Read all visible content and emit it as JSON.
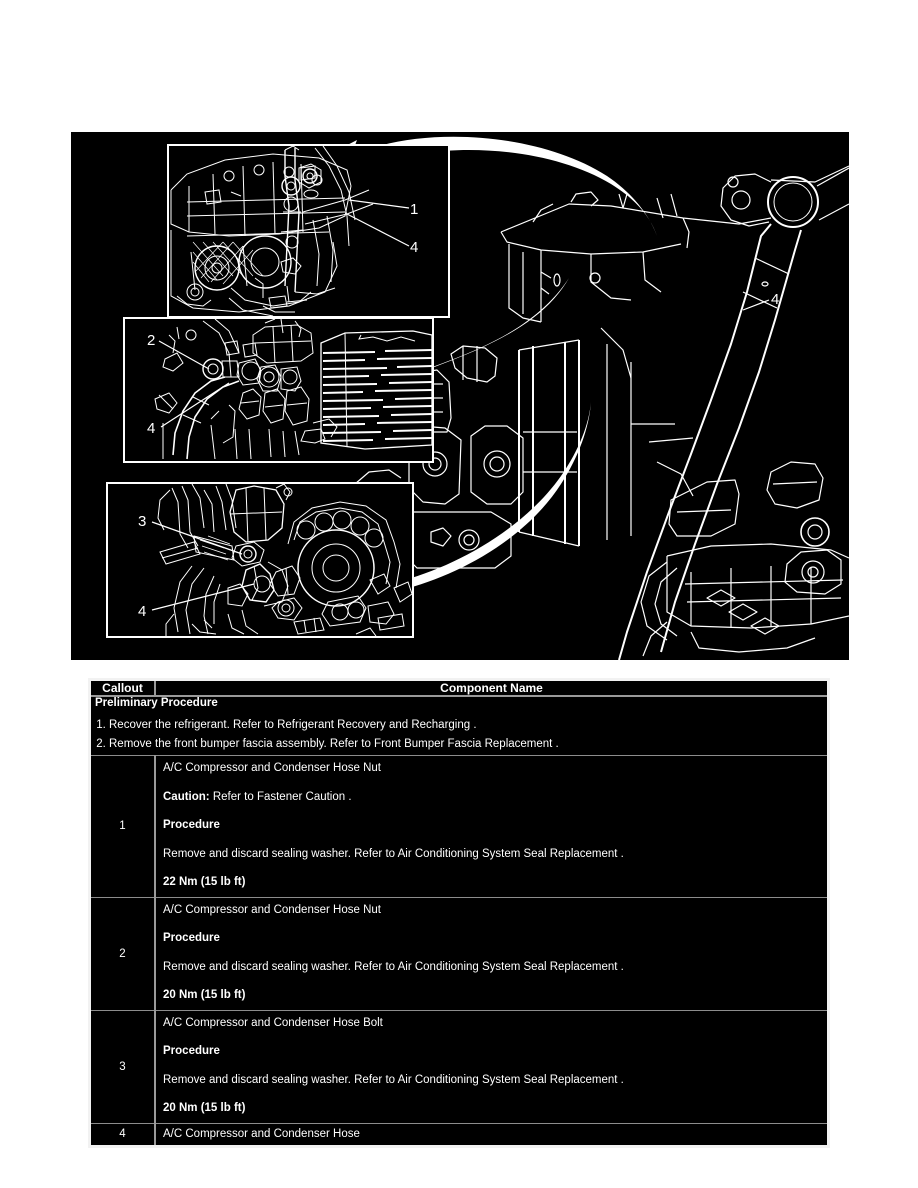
{
  "document": {
    "kind": "service-manual-callout-figure",
    "background_color": "#ffffff",
    "illustration_bg": "#000000",
    "line_color": "#ffffff"
  },
  "illustration": {
    "name": "A/C Compressor and Condenser Hose Replacement illustration",
    "insets": [
      {
        "id": "top",
        "callouts": [
          "1",
          "4"
        ]
      },
      {
        "id": "middle",
        "callouts": [
          "2",
          "4"
        ]
      },
      {
        "id": "bottom",
        "callouts": [
          "3",
          "4"
        ]
      }
    ],
    "main_view": {
      "callouts": [
        "4"
      ]
    },
    "arrows": 3
  },
  "table": {
    "headers": {
      "callout": "Callout",
      "component": "Component Name"
    },
    "preliminary": {
      "title": "Preliminary Procedure",
      "steps": [
        "Recover the refrigerant. Refer to Refrigerant Recovery and Recharging .",
        "Remove the front bumper fascia assembly. Refer to Front Bumper Fascia Replacement ."
      ]
    },
    "rows": [
      {
        "callout": "1",
        "name": "A/C Compressor and Condenser Hose Nut",
        "caution_label": "Caution:",
        "caution_text": " Refer to Fastener Caution .",
        "procedure_label": "Procedure",
        "procedure_text": "Remove and discard sealing washer. Refer to Air Conditioning System Seal Replacement .",
        "torque": "22 Nm (15 lb ft)"
      },
      {
        "callout": "2",
        "name": "A/C Compressor and Condenser Hose Nut",
        "procedure_label": "Procedure",
        "procedure_text": "Remove and discard sealing washer. Refer to Air Conditioning System Seal Replacement .",
        "torque": "20 Nm (15 lb ft)"
      },
      {
        "callout": "3",
        "name": "A/C Compressor and Condenser Hose Bolt",
        "procedure_label": "Procedure",
        "procedure_text": "Remove and discard sealing washer. Refer to Air Conditioning System Seal Replacement .",
        "torque": "20 Nm (15 lb ft)"
      },
      {
        "callout": "4",
        "name": "A/C Compressor and Condenser Hose"
      }
    ]
  }
}
